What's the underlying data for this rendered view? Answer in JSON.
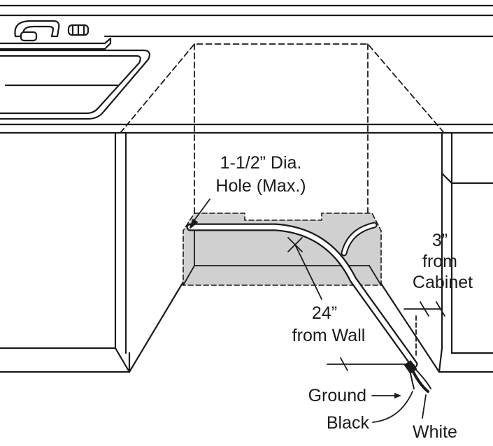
{
  "labels": {
    "hole_line1": "1-1/2” Dia.",
    "hole_line2": "Hole (Max.)",
    "cabinet_line1": "3”",
    "cabinet_line2": "from",
    "cabinet_line3": "Cabinet",
    "wall_line1": "24”",
    "wall_line2": "from Wall",
    "ground": "Ground",
    "black": "Black",
    "white": "White"
  },
  "colors": {
    "line": "#1a1a1a",
    "shade": "#d0d0d0",
    "background": "#ffffff"
  }
}
